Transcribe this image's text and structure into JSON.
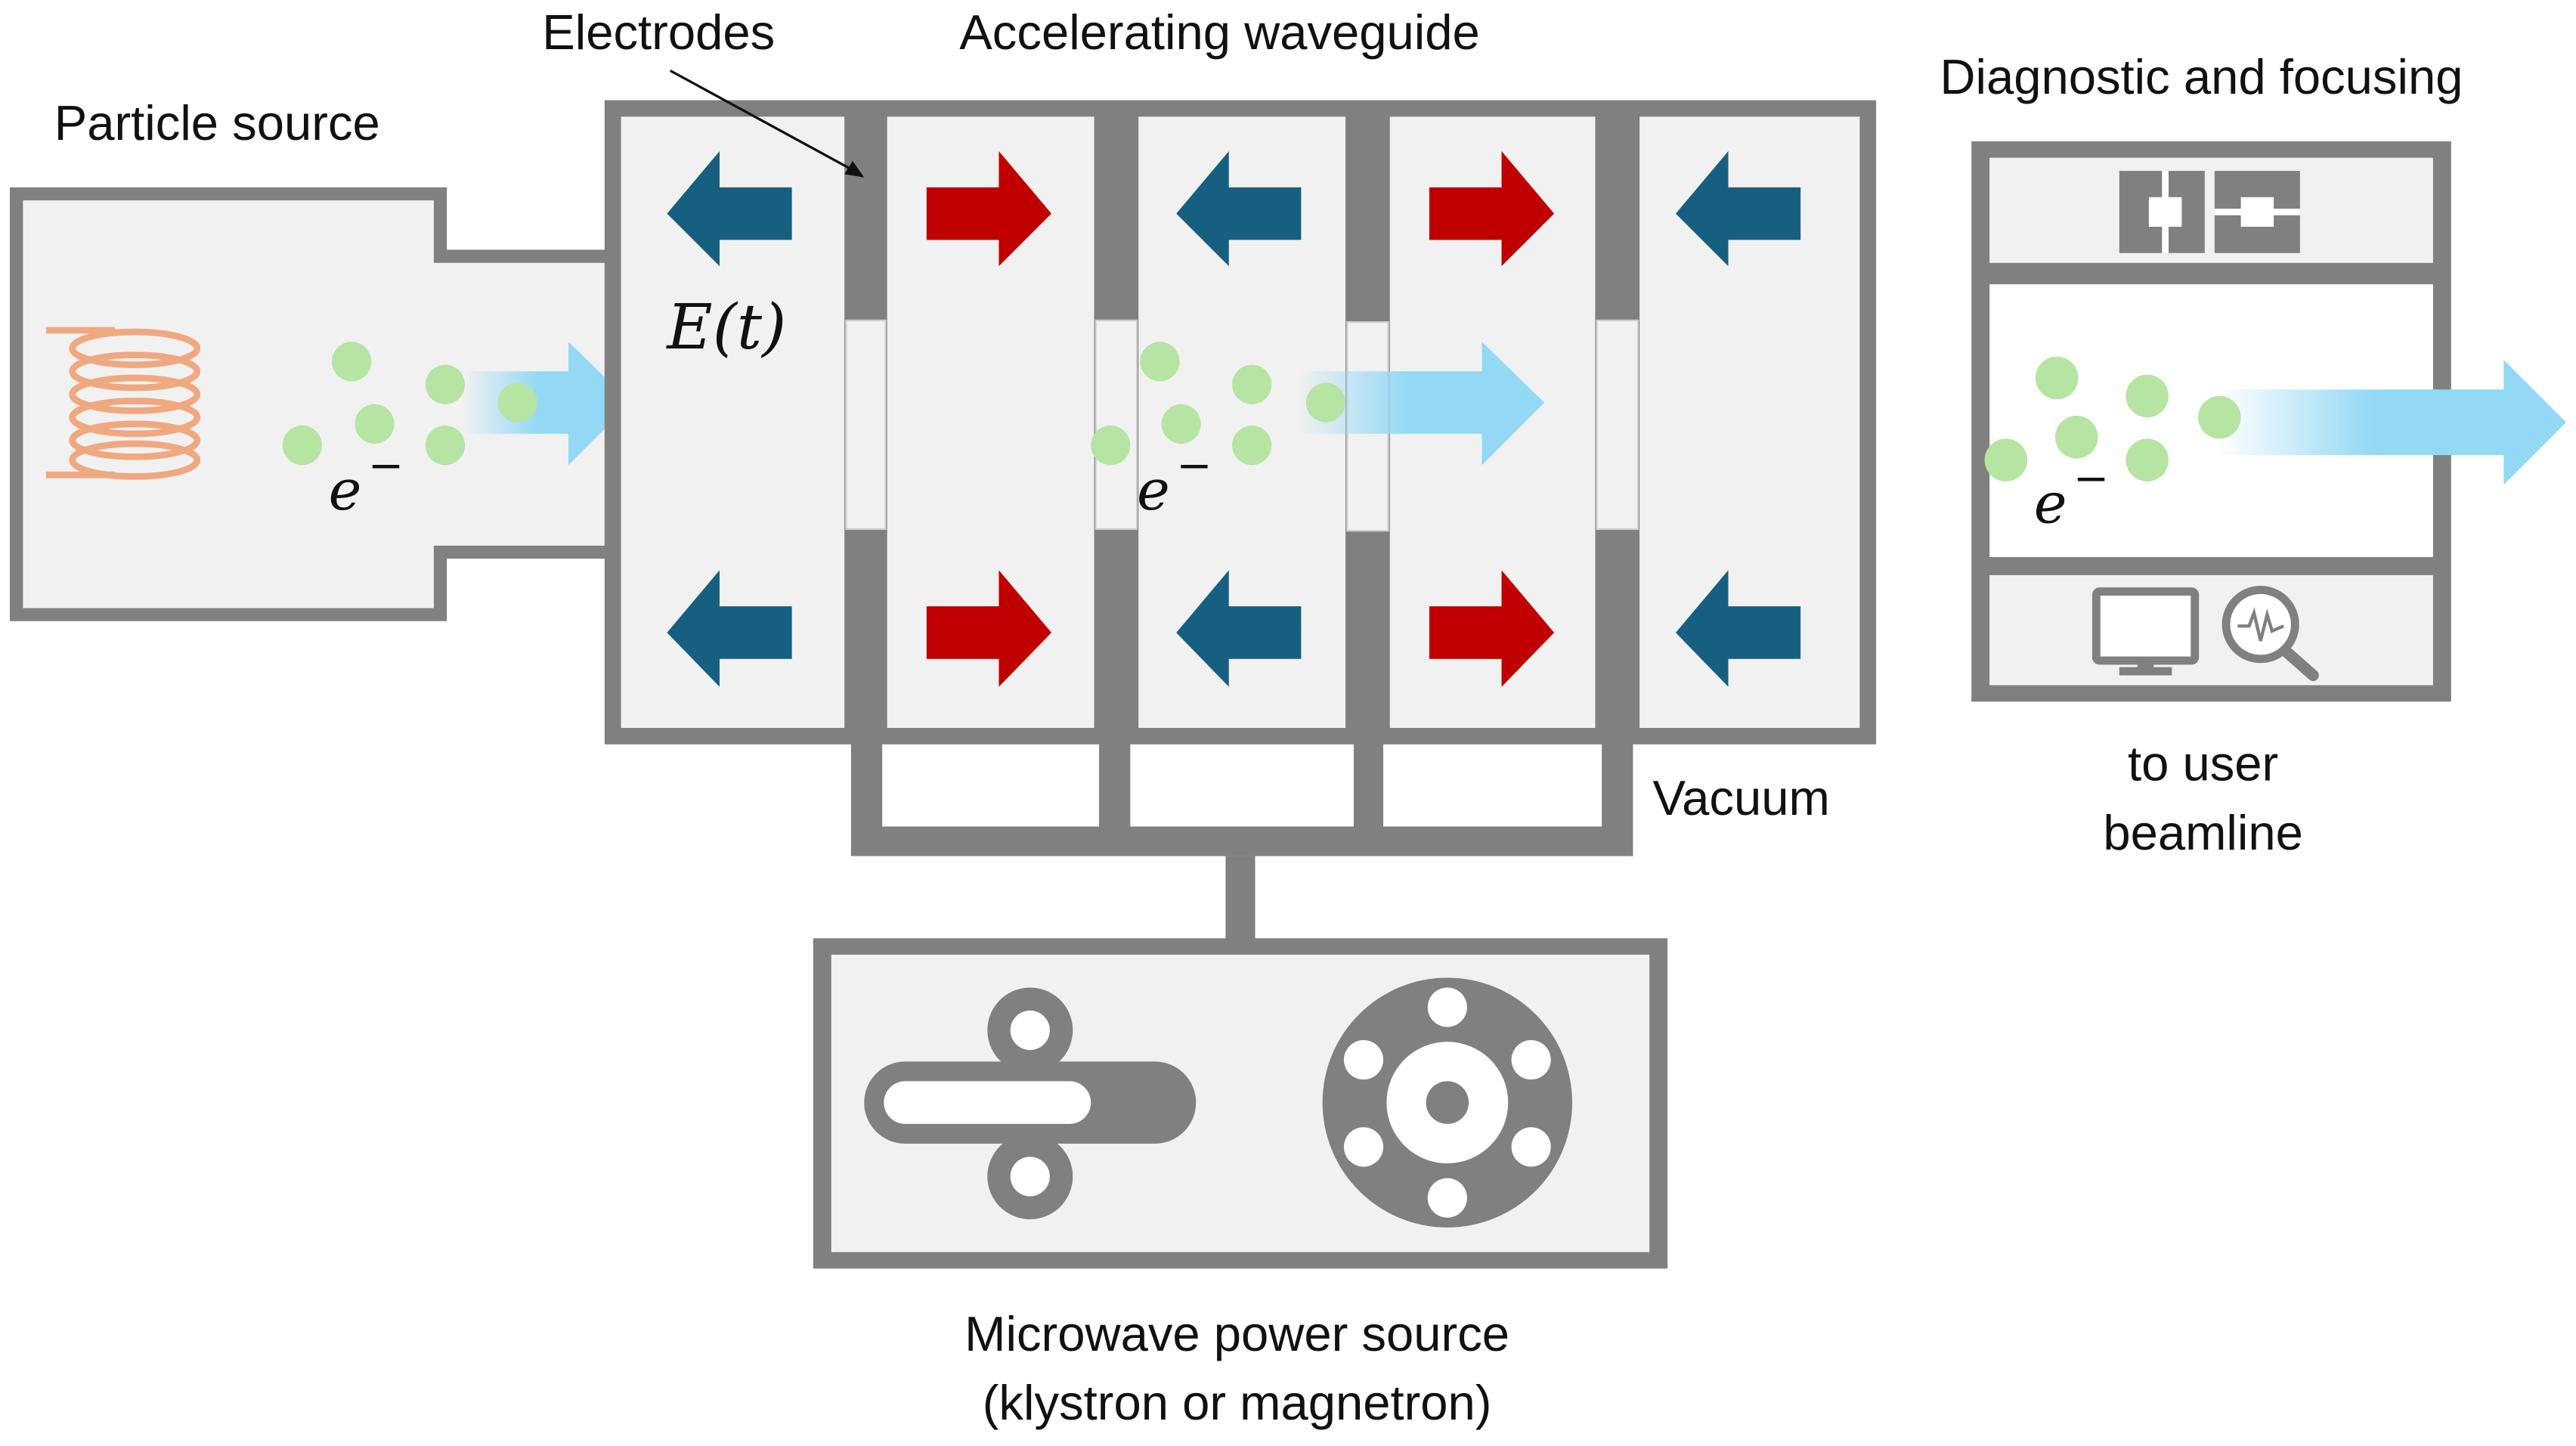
{
  "labels": {
    "particle_source": "Particle source",
    "electrodes": "Electrodes",
    "accelerating_waveguide": "Accelerating waveguide",
    "diagnostic_focusing": "Diagnostic and focusing",
    "vacuum": "Vacuum",
    "to_user_line1": "to user",
    "to_user_line2": "beamline",
    "microwave_line1": "Microwave power source",
    "microwave_line2": "(klystron or magnetron)",
    "field": "E(t)",
    "electron": "e",
    "electron_charge": "−"
  },
  "colors": {
    "wall": "#808080",
    "cavity_fill": "#f1f1f1",
    "field_left": "#175f80",
    "field_right": "#c00000",
    "electron": "#b5e4a3",
    "beam": "#93d8f5",
    "filament": "#f0a880"
  },
  "field_arrows": [
    "left",
    "right",
    "left",
    "right",
    "left"
  ],
  "icons": {
    "filament": "coil-filament-icon",
    "focusing": "quadrupole-magnet-icon",
    "monitor": "monitor-icon",
    "signal_analysis": "magnifier-signal-icon",
    "klystron": "klystron-icon",
    "magnetron": "magnetron-icon"
  }
}
